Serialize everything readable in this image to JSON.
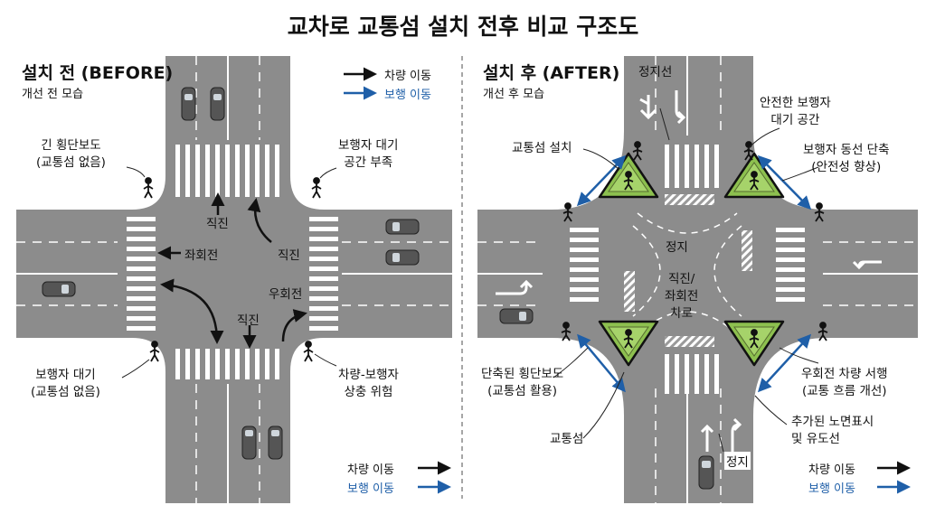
{
  "title": "교차로 교통섬 설치 전후 비교 구조도",
  "colors": {
    "vehicle_arrow": "#111111",
    "pedestrian_arrow": "#1f5fa8",
    "road": "#8c8c8c",
    "island": "#8dc04f"
  },
  "before": {
    "heading": "설치 전 (BEFORE)",
    "subheading": "개선 전 모습",
    "legend_top": {
      "vehicle": "차량 이동",
      "pedestrian": "보행 이동"
    },
    "callouts": {
      "long_crosswalk": [
        "긴 횡단보도",
        "(교통섬 없음)"
      ],
      "waiting_space": [
        "보행자 대기",
        "공간 부족"
      ],
      "ped_wait": [
        "보행자 대기",
        "(교통섬 없음)"
      ],
      "conflict": [
        "차량-보행자",
        "상충 위험"
      ]
    },
    "road_labels": {
      "straight_north": "직진",
      "left_turn": "좌회전",
      "straight_ne": "직진",
      "right_turn": "우회전",
      "straight_south": "직진"
    },
    "legend_bottom": {
      "vehicle": "차량 이동",
      "pedestrian": "보행 이동"
    }
  },
  "after": {
    "heading": "설치 후 (AFTER)",
    "subheading": "개선 후 모습",
    "callouts": {
      "stop_line": "정지선",
      "island_installed": "교통섬 설치",
      "safe_waiting": [
        "안전한 보행자",
        "대기 공간"
      ],
      "shortened_path": [
        "보행자 동선 단축",
        "(안전성 향상)"
      ],
      "short_crosswalk": [
        "단축된 횡단보도",
        "(교통섬 활용)"
      ],
      "right_turn_slow": [
        "우회전 차량 서행",
        "(교통 흐름 개선)"
      ],
      "island": "교통섬",
      "markings": [
        "추가된 노면표시",
        "및 유도선"
      ]
    },
    "road_labels": {
      "stop": "정지",
      "center_lane": [
        "직진/",
        "좌회전",
        "차로"
      ],
      "stop_bottom": "정지"
    },
    "legend_bottom": {
      "vehicle": "차량 이동",
      "pedestrian": "보행 이동"
    }
  }
}
